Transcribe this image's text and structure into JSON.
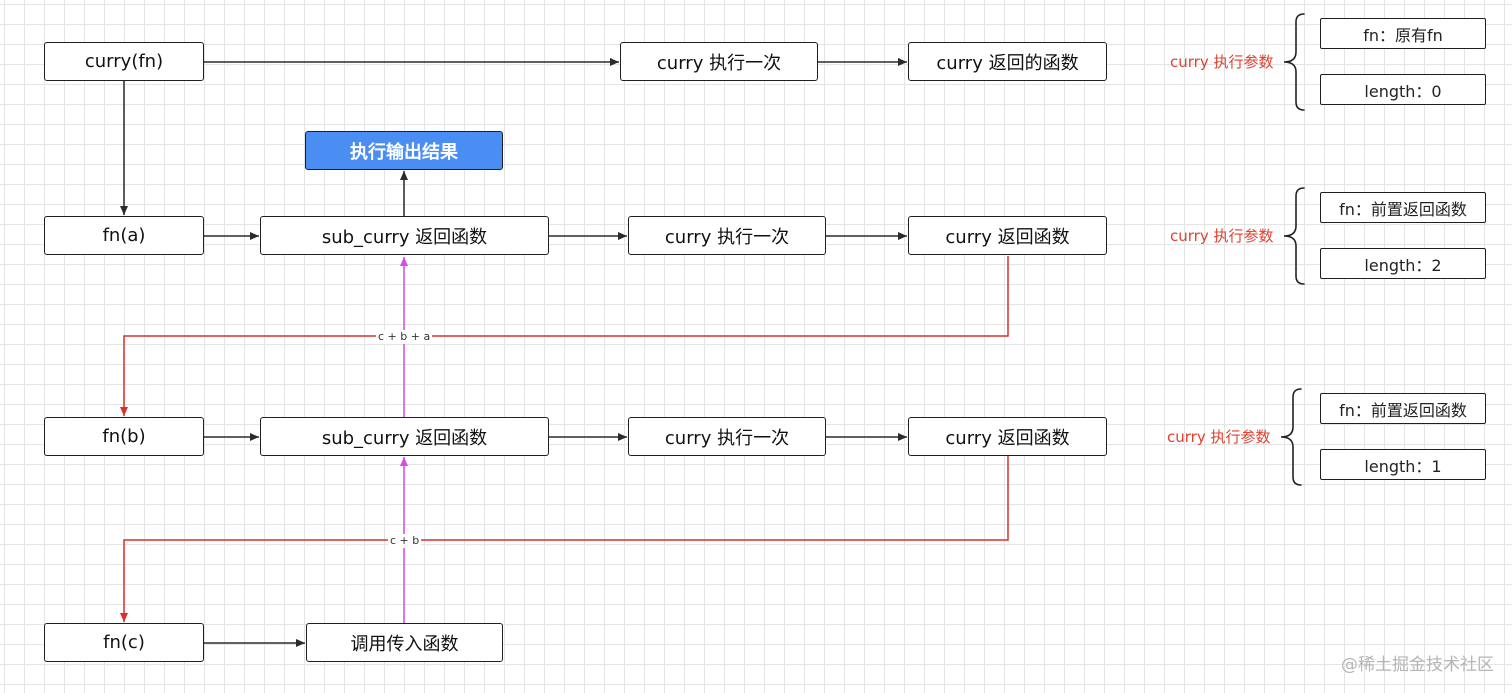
{
  "nodes": {
    "curry_fn": "curry(fn)",
    "curry_exec_1": "curry 执行一次",
    "curry_returned_fn": "curry 返回的函数",
    "exec_output": "执行输出结果",
    "fn_a": "fn(a)",
    "sub_curry_a": "sub_curry 返回函数",
    "curry_exec_2": "curry 执行一次",
    "curry_return_2": "curry 返回函数",
    "fn_b": "fn(b)",
    "sub_curry_b": "sub_curry 返回函数",
    "curry_exec_3": "curry 执行一次",
    "curry_return_3": "curry 返回函数",
    "fn_c": "fn(c)",
    "call_passed_fn": "调用传入函数"
  },
  "params": [
    {
      "label": "curry 执行参数",
      "fn": "fn：原有fn",
      "length": "length：0"
    },
    {
      "label": "curry 执行参数",
      "fn": "fn：前置返回函数",
      "length": "length：2"
    },
    {
      "label": "curry 执行参数",
      "fn": "fn：前置返回函数",
      "length": "length：1"
    }
  ],
  "edge_labels": {
    "cba": "c + b + a",
    "cb": "c + b"
  },
  "colors": {
    "arrow": "#2b2b2b",
    "return_path": "#d9302c",
    "data_flow": "#d84be6",
    "primary_node": "#4a8df3",
    "param_label": "#e0402e"
  },
  "watermark": "@稀土掘金技术社区"
}
